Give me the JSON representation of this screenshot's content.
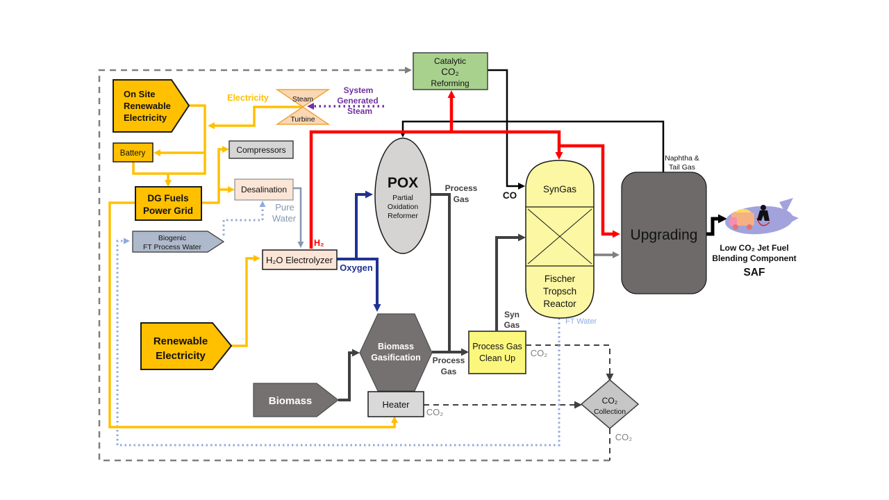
{
  "diagram": {
    "title_hint": "Low CO2 SAF process flow diagram",
    "nodes": {
      "onsite_renewable": {
        "lines": [
          "On Site",
          "Renewable",
          "Electricity"
        ]
      },
      "battery": {
        "label": "Battery"
      },
      "dg_fuels": {
        "lines": [
          "DG Fuels",
          "Power Grid"
        ]
      },
      "compressors": {
        "label": "Compressors"
      },
      "desalination": {
        "label": "Desalination"
      },
      "biogenic_water": {
        "lines": [
          "Biogenic",
          "FT Process Water"
        ]
      },
      "steam_turbine": {
        "top": "Steam",
        "bottom": "Turbine"
      },
      "catalytic_reforming": {
        "lines": [
          "Catalytic",
          "CO₂",
          "Reforming"
        ]
      },
      "pox": {
        "title": "POX",
        "lines": [
          "Partial",
          "Oxidation",
          "Reformer"
        ]
      },
      "electrolyzer": {
        "label": "H₂O Electrolyzer"
      },
      "ft_reactor": {
        "top": "SynGas",
        "lines": [
          "Fischer",
          "Tropsch",
          "Reactor"
        ]
      },
      "upgrading": {
        "label": "Upgrading"
      },
      "gasification": {
        "lines": [
          "Biomass",
          "Gasification"
        ]
      },
      "biomass": {
        "label": "Biomass"
      },
      "heater": {
        "label": "Heater"
      },
      "gas_cleanup": {
        "lines": [
          "Process Gas",
          "Clean Up"
        ]
      },
      "co2_collection": {
        "lines": [
          "CO₂",
          "Collection"
        ]
      },
      "renewable_electricity": {
        "lines": [
          "Renewable",
          "Electricity"
        ]
      }
    },
    "flow_labels": {
      "electricity": "Electricity",
      "system_steam": {
        "lines": [
          "System",
          "Generated",
          "Steam"
        ]
      },
      "h2": "H₂",
      "oxygen": "Oxygen",
      "pure_water": {
        "lines": [
          "Pure",
          "Water"
        ]
      },
      "ft_water": "FT Water",
      "co": "CO",
      "process_gas_pox": {
        "lines": [
          "Process",
          "Gas"
        ]
      },
      "process_gas_gasifier": {
        "lines": [
          "Process",
          "Gas"
        ]
      },
      "syn_gas": {
        "lines": [
          "Syn",
          "Gas"
        ]
      },
      "naphtha": {
        "lines": [
          "Naphtha &",
          "Tail Gas"
        ]
      },
      "co2_cleanup": "CO₂",
      "co2_heater": "CO₂",
      "co2_collection_out": "CO₂"
    },
    "output": {
      "lines": [
        "Low CO₂ Jet Fuel",
        "Blending Component"
      ],
      "saf": "SAF"
    },
    "colors": {
      "yellow": "#FFC000",
      "red": "#FF0000",
      "dark_blue": "#1F3292",
      "purple": "#7030A0",
      "green": "#A9D18E",
      "light_yellow": "#FBF7A3",
      "cleanup_yellow": "#FBF77D",
      "dark_gray": "#767171",
      "upgrading_gray": "#6E6A6A",
      "peach": "#FBE5D6",
      "turbine_peach": "#FAD7B5",
      "blue_gray": "#AEBACB",
      "water_blue": "#8FAADC",
      "slate": "#8497B0",
      "line_dark": "#404040",
      "border_gray": "#7F7F7F"
    }
  }
}
